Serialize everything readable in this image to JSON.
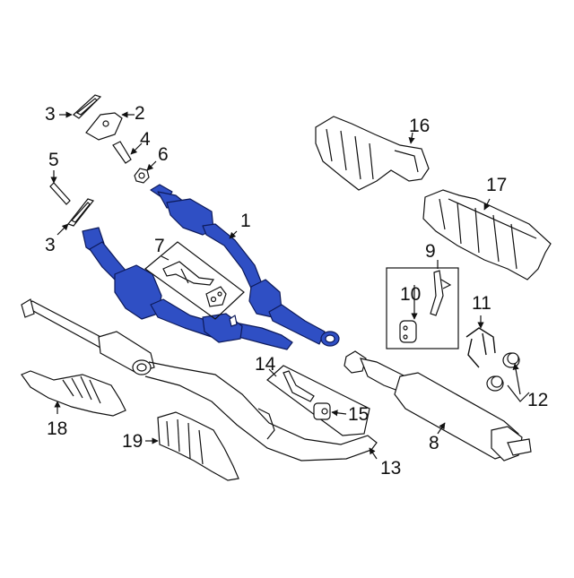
{
  "diagram": {
    "type": "exploded parts diagram",
    "subject": "Exhaust system components",
    "highlight_color": "#2f4fc4",
    "line_color": "#111111",
    "background": "#ffffff",
    "highlighted_part": "1",
    "callouts": [
      {
        "id": "c1",
        "label": "1",
        "part": "catalytic converter Y-pipe (highlighted)"
      },
      {
        "id": "c2",
        "label": "2",
        "part": "oxygen sensor housing"
      },
      {
        "id": "c3a",
        "label": "3",
        "part": "gasket (upper)"
      },
      {
        "id": "c3b",
        "label": "3",
        "part": "gasket (lower)"
      },
      {
        "id": "c4",
        "label": "4",
        "part": "stud"
      },
      {
        "id": "c5",
        "label": "5",
        "part": "stud"
      },
      {
        "id": "c6",
        "label": "6",
        "part": "nut"
      },
      {
        "id": "c7",
        "label": "7",
        "part": "bracket kit"
      },
      {
        "id": "c8",
        "label": "8",
        "part": "rear muffler"
      },
      {
        "id": "c9",
        "label": "9",
        "part": "hanger kit"
      },
      {
        "id": "c10",
        "label": "10",
        "part": "insulator"
      },
      {
        "id": "c11",
        "label": "11",
        "part": "hanger bracket"
      },
      {
        "id": "c12",
        "label": "12",
        "part": "clamp/bushings"
      },
      {
        "id": "c13",
        "label": "13",
        "part": "intermediate pipe"
      },
      {
        "id": "c14",
        "label": "14",
        "part": "hanger kit"
      },
      {
        "id": "c15",
        "label": "15",
        "part": "insulator"
      },
      {
        "id": "c16",
        "label": "16",
        "part": "heat shield (front)"
      },
      {
        "id": "c17",
        "label": "17",
        "part": "heat shield (rear)"
      },
      {
        "id": "c18",
        "label": "18",
        "part": "heat shield"
      },
      {
        "id": "c19",
        "label": "19",
        "part": "heat shield"
      }
    ]
  }
}
